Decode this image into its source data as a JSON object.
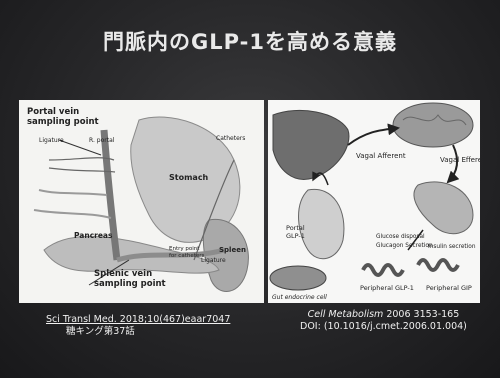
{
  "slide": {
    "title": "門脈内のGLP-1を高める意義"
  },
  "left_figure": {
    "labels": {
      "portal_vein": "Portal vein",
      "portal_sampling": "sampling point",
      "ligature_top": "Ligature",
      "r_portal": "R. portal",
      "stomach": "Stomach",
      "catheters": "Catheters",
      "pancreas": "Pancreas",
      "splenic_vein": "Splenic vein",
      "splenic_sampling": "sampling point",
      "entry_point": "Entry point",
      "entry_point2": "for catheters",
      "spleen": "Spleen",
      "ligature_bottom": "Ligature"
    }
  },
  "right_figure": {
    "labels": {
      "vagal_afferent": "Vagal Afferent",
      "vagal_efferent": "Vagal Efferent",
      "portal_glp1_a": "Portal",
      "portal_glp1_b": "GLP-1",
      "glucose_disposal": "Glucose disposal",
      "glucagon_secretion": "Glucagon Secretion",
      "insulin_secretion": "Insulin secretion",
      "gut_endocrine_cell": "Gut endocrine cell",
      "peripheral_glp1": "Peripheral GLP-1",
      "peripheral_gip": "Peripheral GIP"
    }
  },
  "citations": {
    "left_line1": "Sci Transl Med. 2018;10(467)eaar7047",
    "left_line2": "糖キング第37話",
    "right_line1_journal": "Cell Metabolism",
    "right_line1_rest": " 2006 3153-165",
    "right_line2": "DOI: (10.1016/j.cmet.2006.01.004)"
  }
}
